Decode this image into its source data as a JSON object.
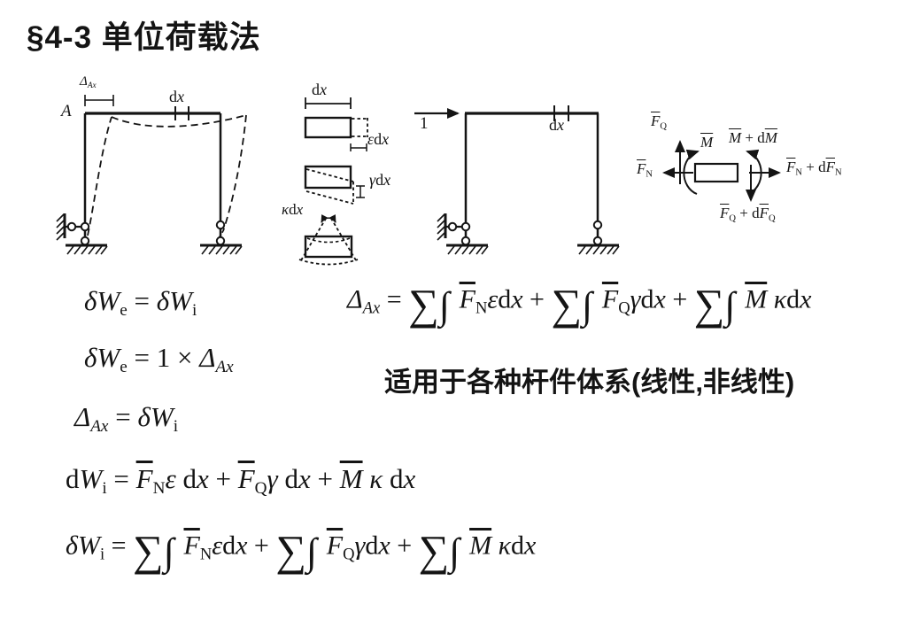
{
  "slide": {
    "title": "§4-3 单位荷载法",
    "note": "适用于各种杆件体系(线性,非线性)",
    "ink_color": "#141414",
    "background_color": "#ffffff"
  },
  "equations": {
    "virtual_work_balance": [
      [
        "it",
        "δW"
      ],
      [
        "sub",
        "e"
      ],
      [
        "up",
        " = "
      ],
      [
        "it",
        "δW"
      ],
      [
        "sub",
        "i"
      ]
    ],
    "external_work": [
      [
        "it",
        "δW"
      ],
      [
        "sub",
        "e"
      ],
      [
        "up",
        " = 1 × "
      ],
      [
        "it",
        "Δ"
      ],
      [
        "subit",
        "Ax"
      ]
    ],
    "displacement_internal": [
      [
        "it",
        "Δ"
      ],
      [
        "subit",
        "Ax"
      ],
      [
        "up",
        " = "
      ],
      [
        "it",
        "δW"
      ],
      [
        "sub",
        "i"
      ]
    ],
    "internal_work_differential": [
      [
        "up",
        "d"
      ],
      [
        "it",
        "W"
      ],
      [
        "sub",
        "i"
      ],
      [
        "up",
        " = "
      ],
      [
        "bar",
        "F"
      ],
      [
        "sub",
        "N"
      ],
      [
        "it",
        "ε"
      ],
      [
        "up",
        " d"
      ],
      [
        "it",
        "x"
      ],
      [
        "up",
        " + "
      ],
      [
        "bar",
        "F"
      ],
      [
        "sub",
        "Q"
      ],
      [
        "it",
        "γ"
      ],
      [
        "up",
        " d"
      ],
      [
        "it",
        "x"
      ],
      [
        "up",
        " + "
      ],
      [
        "bar",
        "M"
      ],
      [
        "it",
        " κ"
      ],
      [
        "up",
        " d"
      ],
      [
        "it",
        "x"
      ]
    ],
    "internal_work_integral": [
      [
        "it",
        "δW"
      ],
      [
        "sub",
        "i"
      ],
      [
        "up",
        " = "
      ],
      [
        "big",
        "∑"
      ],
      [
        "int",
        "∫ "
      ],
      [
        "bar",
        "F"
      ],
      [
        "sub",
        "N"
      ],
      [
        "it",
        "ε"
      ],
      [
        "up",
        "d"
      ],
      [
        "it",
        "x"
      ],
      [
        "up",
        " + "
      ],
      [
        "big",
        "∑"
      ],
      [
        "int",
        "∫ "
      ],
      [
        "bar",
        "F"
      ],
      [
        "sub",
        "Q"
      ],
      [
        "it",
        "γ"
      ],
      [
        "up",
        "d"
      ],
      [
        "it",
        "x"
      ],
      [
        "up",
        " + "
      ],
      [
        "big",
        "∑"
      ],
      [
        "int",
        "∫ "
      ],
      [
        "bar",
        "M"
      ],
      [
        "it",
        " κ"
      ],
      [
        "up",
        "d"
      ],
      [
        "it",
        "x"
      ]
    ],
    "unit_load_formula": [
      [
        "it",
        "Δ"
      ],
      [
        "subit",
        "Ax"
      ],
      [
        "up",
        " = "
      ],
      [
        "big",
        "∑"
      ],
      [
        "int",
        "∫ "
      ],
      [
        "bar",
        "F"
      ],
      [
        "sub",
        "N"
      ],
      [
        "it",
        "ε"
      ],
      [
        "up",
        "d"
      ],
      [
        "it",
        "x"
      ],
      [
        "up",
        " + "
      ],
      [
        "big",
        "∑"
      ],
      [
        "int",
        "∫ "
      ],
      [
        "bar",
        "F"
      ],
      [
        "sub",
        "Q"
      ],
      [
        "it",
        "γ"
      ],
      [
        "up",
        "d"
      ],
      [
        "it",
        "x"
      ],
      [
        "up",
        " + "
      ],
      [
        "big",
        "∑"
      ],
      [
        "int",
        "∫ "
      ],
      [
        "bar",
        "M"
      ],
      [
        "it",
        " κ"
      ],
      [
        "up",
        "d"
      ],
      [
        "it",
        "x"
      ]
    ]
  },
  "diagram_labels": {
    "delta_ax": [
      [
        "it",
        "Δ"
      ],
      [
        "subit",
        "Ax"
      ]
    ],
    "point_a": [
      [
        "it",
        "A"
      ]
    ],
    "dx_left_frame": [
      [
        "up",
        "d"
      ],
      [
        "it",
        "x"
      ]
    ],
    "dx_element": [
      [
        "up",
        "d"
      ],
      [
        "it",
        "x"
      ]
    ],
    "eps_dx": [
      [
        "it",
        "ε"
      ],
      [
        "up",
        "d"
      ],
      [
        "it",
        "x"
      ]
    ],
    "gamma_dx": [
      [
        "it",
        "γ"
      ],
      [
        "up",
        "d"
      ],
      [
        "it",
        "x"
      ]
    ],
    "kappa_dx": [
      [
        "it",
        "κ"
      ],
      [
        "up",
        "d"
      ],
      [
        "it",
        "x"
      ]
    ],
    "unit_load": [
      [
        "up",
        "1"
      ]
    ],
    "dx_right_frame": [
      [
        "up",
        "d"
      ],
      [
        "it",
        "x"
      ]
    ],
    "shear_left": [
      [
        "bar",
        "F"
      ],
      [
        "sub",
        "Q"
      ]
    ],
    "moment_left": [
      [
        "bar",
        "M"
      ]
    ],
    "moment_right": [
      [
        "bar",
        "M"
      ],
      [
        "up",
        " + d"
      ],
      [
        "bar",
        "M"
      ]
    ],
    "normal_left": [
      [
        "bar",
        "F"
      ],
      [
        "sub",
        "N"
      ]
    ],
    "normal_right": [
      [
        "bar",
        "F"
      ],
      [
        "sub",
        "N"
      ],
      [
        "up",
        " + d"
      ],
      [
        "bar",
        "F"
      ],
      [
        "sub",
        "N"
      ]
    ],
    "shear_right": [
      [
        "bar",
        "F"
      ],
      [
        "sub",
        "Q"
      ],
      [
        "up",
        " + d"
      ],
      [
        "bar",
        "F"
      ],
      [
        "sub",
        "Q"
      ]
    ]
  }
}
